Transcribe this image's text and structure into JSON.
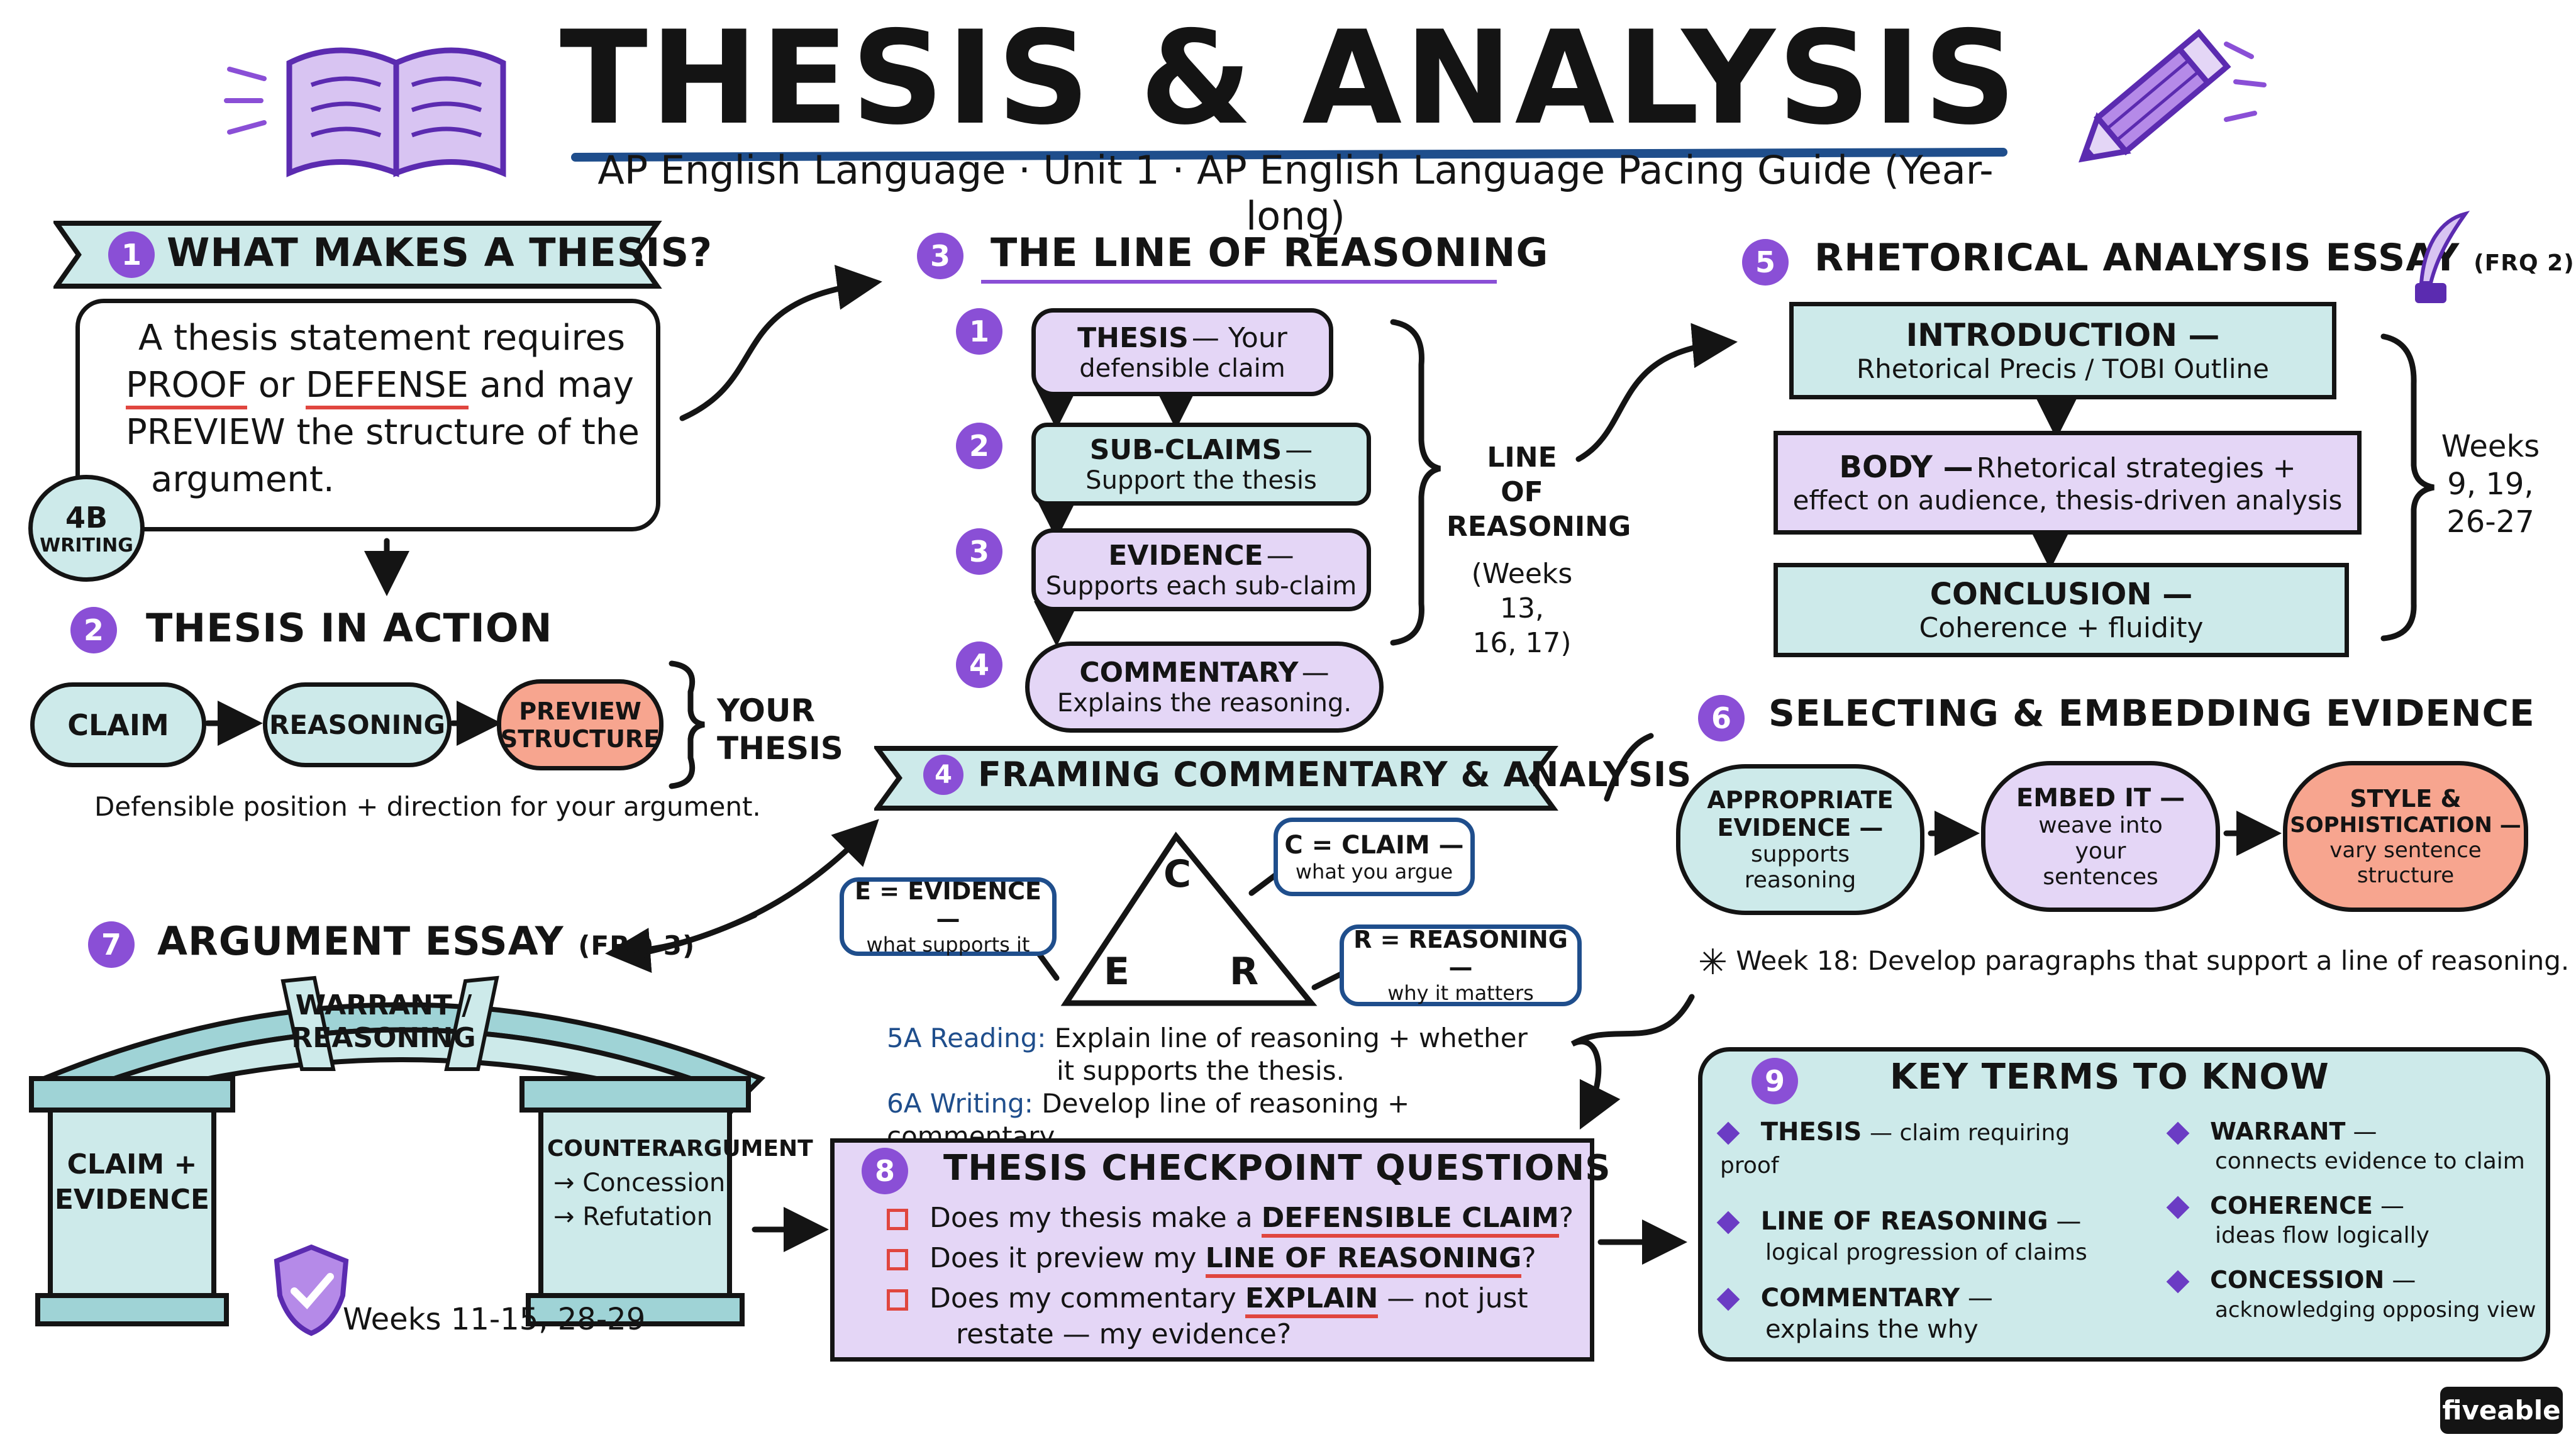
{
  "header": {
    "title": "THESIS & ANALYSIS",
    "subtitle": "AP English Language · Unit 1 · AP English Language Pacing Guide (Year-long)"
  },
  "colors": {
    "teal": "#cdeaea",
    "lavender": "#e4d6f6",
    "salmon": "#f7a58f",
    "purple": "#8a4fd6",
    "navy": "#1f4e8c",
    "red": "#e0463f"
  },
  "icons": [
    "open-book-icon",
    "pencil-icon",
    "quill-icon",
    "shield-check-icon",
    "asterisk-icon"
  ],
  "s1": {
    "num": "1",
    "title": "WHAT MAKES A THESIS?",
    "text_a": "A thesis statement requires",
    "proof": "PROOF",
    "or": "or",
    "defense": "DEFENSE",
    "text_b": "and may",
    "preview": "PREVIEW",
    "text_c": "the structure of the",
    "text_d": "argument.",
    "badge_code": "4B",
    "badge_label": "WRITING"
  },
  "s2": {
    "num": "2",
    "title": "THESIS IN ACTION",
    "claim": "CLAIM",
    "reasoning": "REASONING",
    "preview1": "PREVIEW",
    "preview2": "STRUCTURE",
    "your1": "YOUR",
    "your2": "THESIS",
    "caption": "Defensible position + direction for your argument."
  },
  "s3": {
    "num": "3",
    "title": "THE LINE OF REASONING",
    "steps": [
      {
        "n": "1",
        "head": "THESIS",
        "l1": "— Your",
        "l2": "defensible claim"
      },
      {
        "n": "2",
        "head": "SUB-CLAIMS",
        "l1": "—",
        "l2": "Support the thesis"
      },
      {
        "n": "3",
        "head": "EVIDENCE",
        "l1": "—",
        "l2": "Supports each sub-claim"
      },
      {
        "n": "4",
        "head": "COMMENTARY",
        "l1": "—",
        "l2": "Explains the reasoning."
      }
    ],
    "brace1": "LINE",
    "brace2": "OF",
    "brace3": "REASONING",
    "brace4": "(Weeks 13,",
    "brace5": "16, 17)"
  },
  "s4": {
    "num": "4",
    "title": "FRAMING COMMENTARY & ANALYSIS",
    "tri_c": "C",
    "tri_e": "E",
    "tri_r": "R",
    "c_head": "C = CLAIM —",
    "c_sub": "what you argue",
    "e_head": "E = EVIDENCE —",
    "e_sub": "what supports it",
    "r_head": "R = REASONING —",
    "r_sub": "why it matters",
    "reading_label": "5A Reading:",
    "reading_text1": "Explain line of reasoning + whether",
    "reading_text2": "it supports the thesis.",
    "writing_label": "6A Writing:",
    "writing_text": "Develop line of reasoning + commentary."
  },
  "s5": {
    "num": "5",
    "title": "RHETORICAL ANALYSIS ESSAY",
    "tag": "(FRQ 2)",
    "intro_head": "INTRODUCTION —",
    "intro_sub": "Rhetorical Precis / TOBI Outline",
    "body_head": "BODY —",
    "body_sub1": "Rhetorical strategies +",
    "body_sub2": "effect on audience, thesis-driven analysis",
    "concl_head": "CONCLUSION —",
    "concl_sub": "Coherence + fluidity",
    "weeks1": "Weeks",
    "weeks2": "9, 19,",
    "weeks3": "26-27"
  },
  "s6": {
    "num": "6",
    "title": "SELECTING & EMBEDDING EVIDENCE",
    "a_head1": "APPROPRIATE",
    "a_head2": "EVIDENCE —",
    "a_sub1": "supports",
    "a_sub2": "reasoning",
    "b_head": "EMBED IT —",
    "b_sub1": "weave into",
    "b_sub2": "your",
    "b_sub3": "sentences",
    "c_head1": "STYLE &",
    "c_head2": "SOPHISTICATION —",
    "c_sub1": "vary sentence",
    "c_sub2": "structure",
    "note": "Week 18: Develop paragraphs that support a line of reasoning."
  },
  "s7": {
    "num": "7",
    "title": "ARGUMENT ESSAY",
    "tag": "(FRQ 3)",
    "warrant1": "WARRANT /",
    "warrant2": "REASONING",
    "claim1": "CLAIM +",
    "claim2": "EVIDENCE",
    "counter": "COUNTERARGUMENT",
    "concession": "→ Concession",
    "refutation": "→ Refutation",
    "weeks": "Weeks 11-15, 28-29"
  },
  "s8": {
    "num": "8",
    "title": "THESIS CHECKPOINT QUESTIONS",
    "q1_pre": "Does my thesis make a",
    "q1_key": "DEFENSIBLE CLAIM",
    "q1_post": "?",
    "q2_pre": "Does it preview my",
    "q2_key": "LINE OF REASONING",
    "q2_post": "?",
    "q3_pre": "Does my commentary",
    "q3_key": "EXPLAIN",
    "q3_post": "— not just",
    "q3_line2": "restate — my evidence?"
  },
  "s9": {
    "num": "9",
    "title": "KEY TERMS TO KNOW",
    "left": [
      {
        "term": "THESIS",
        "def1": "— claim requiring proof",
        "def2": ""
      },
      {
        "term": "LINE OF REASONING",
        "def1": "—",
        "def2": "logical progression of claims"
      },
      {
        "term": "COMMENTARY",
        "def1": "—",
        "def2": "explains the why"
      }
    ],
    "right": [
      {
        "term": "WARRANT",
        "def1": "—",
        "def2": "connects evidence to claim"
      },
      {
        "term": "COHERENCE",
        "def1": "—",
        "def2": "ideas flow logically"
      },
      {
        "term": "CONCESSION",
        "def1": "—",
        "def2": "acknowledging opposing view"
      }
    ]
  },
  "brand": "fiveable"
}
